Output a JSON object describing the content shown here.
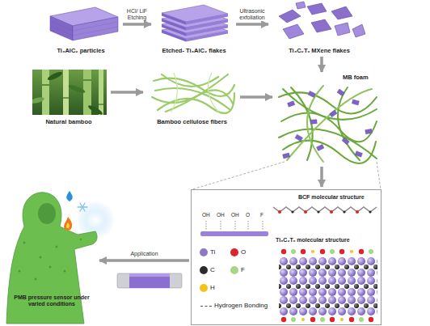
{
  "diagram": {
    "nodes": [
      {
        "text": [
          "Ti₃AlC₂ particles"
        ]
      },
      {
        "text": [
          "Etched- Ti₃AlC₂ flakes"
        ]
      },
      {
        "text": [
          "Ti₃C₂Tₓ MXene flakes"
        ]
      },
      {
        "text": [
          "Natural bamboo"
        ]
      },
      {
        "text": [
          "Bamboo cellulose fibers"
        ]
      },
      {
        "text": [
          "MB foam"
        ]
      },
      {
        "text": [
          "BCF molecular structure",
          "Ti₃C₂Tₓ molecular structure"
        ]
      },
      {
        "text": [
          "PMB pressure sensor under varied conditions"
        ]
      }
    ],
    "edges": [
      {
        "from": 0,
        "to": 1,
        "arrow": "to",
        "label": "HCl/ LiF Etching"
      },
      {
        "from": 1,
        "to": 2,
        "arrow": "to",
        "label": "Ultrasonic exfoliation"
      },
      {
        "from": 2,
        "to": 5,
        "arrow": "to"
      },
      {
        "from": 3,
        "to": 4,
        "arrow": "to"
      },
      {
        "from": 4,
        "to": 5,
        "arrow": "to"
      },
      {
        "from": 5,
        "to": 6,
        "arrow": "to"
      },
      {
        "from": 6,
        "to": 7,
        "arrow": "to",
        "label": "Application"
      }
    ],
    "labels": [
      "OH",
      "OH",
      "OH",
      "O",
      "F"
    ],
    "legend": [
      {
        "text": "Ti",
        "color": "#8d78c8"
      },
      {
        "text": "O",
        "color": "#d9262b"
      },
      {
        "text": "C",
        "color": "#2b2b2b"
      },
      {
        "text": "F",
        "color": "#a6d785"
      },
      {
        "text": "H",
        "color": "#f2c417"
      },
      {
        "text": "Hydrogen Bonding"
      }
    ]
  }
}
